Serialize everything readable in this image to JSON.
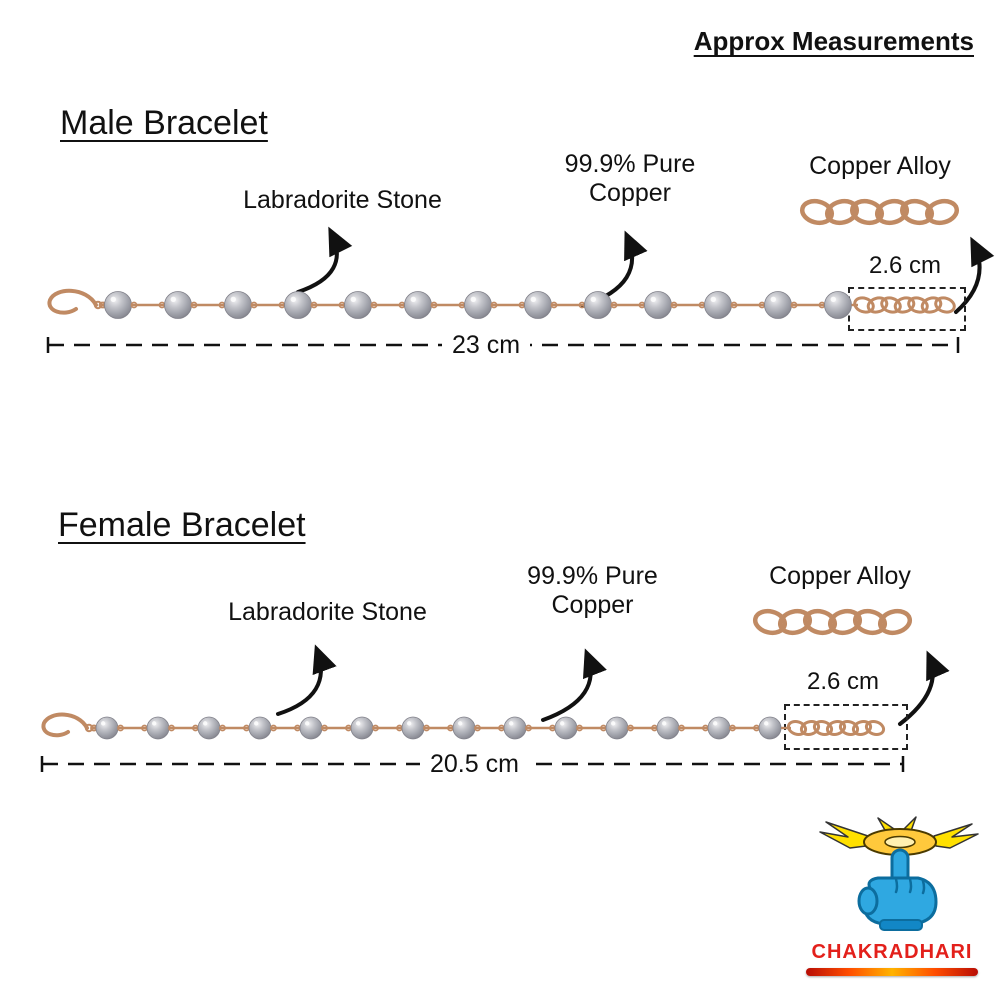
{
  "header": {
    "title": "Approx Measurements"
  },
  "sections": {
    "male": {
      "title": "Male Bracelet",
      "stone_label": "Labradorite Stone",
      "copper_label_line1": "99.9% Pure",
      "copper_label_line2": "Copper",
      "alloy_label": "Copper Alloy",
      "extension_length": "2.6 cm",
      "total_length": "23 cm",
      "bead_count": 13
    },
    "female": {
      "title": "Female Bracelet",
      "stone_label": "Labradorite Stone",
      "copper_label_line1": "99.9% Pure",
      "copper_label_line2": "Copper",
      "alloy_label": "Copper Alloy",
      "extension_length": "2.6 cm",
      "total_length": "20.5 cm",
      "bead_count": 14
    }
  },
  "brand": {
    "name": "CHAKRADHARI"
  },
  "colors": {
    "copper": "#c08a63",
    "copper_dark": "#9c6b4a",
    "bead_gray": "#a6a8b0",
    "annotation_black": "#111111",
    "brand_red": "#e3201b",
    "chakra_yellow": "#ffd400",
    "hand_blue": "#2fa8e1"
  }
}
